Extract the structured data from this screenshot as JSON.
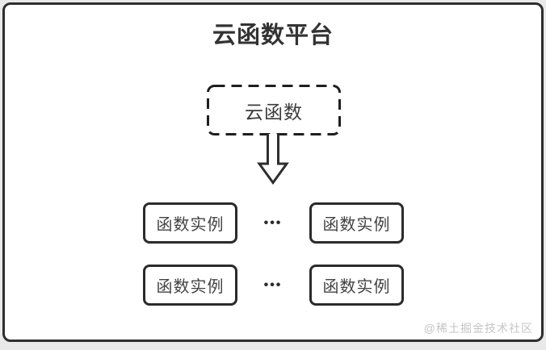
{
  "page": {
    "background_color": "#e9e9e9",
    "frame_border_color": "#2e2e2e",
    "canvas_color": "#ffffff"
  },
  "diagram": {
    "title": "云函数平台",
    "root_node": {
      "label": "云函数"
    },
    "arrow_icon": "hollow-down-arrow",
    "rows": [
      {
        "left": "函数实例",
        "ellipsis": "•••",
        "right": "函数实例"
      },
      {
        "left": "函数实例",
        "ellipsis": "•••",
        "right": "函数实例"
      }
    ],
    "colors": {
      "node_border": "#2b2b2b",
      "node_text": "#434343",
      "title_text": "#333333"
    }
  },
  "watermark": {
    "text": "@稀土掘金技术社区",
    "color": "#c5c5c5"
  }
}
